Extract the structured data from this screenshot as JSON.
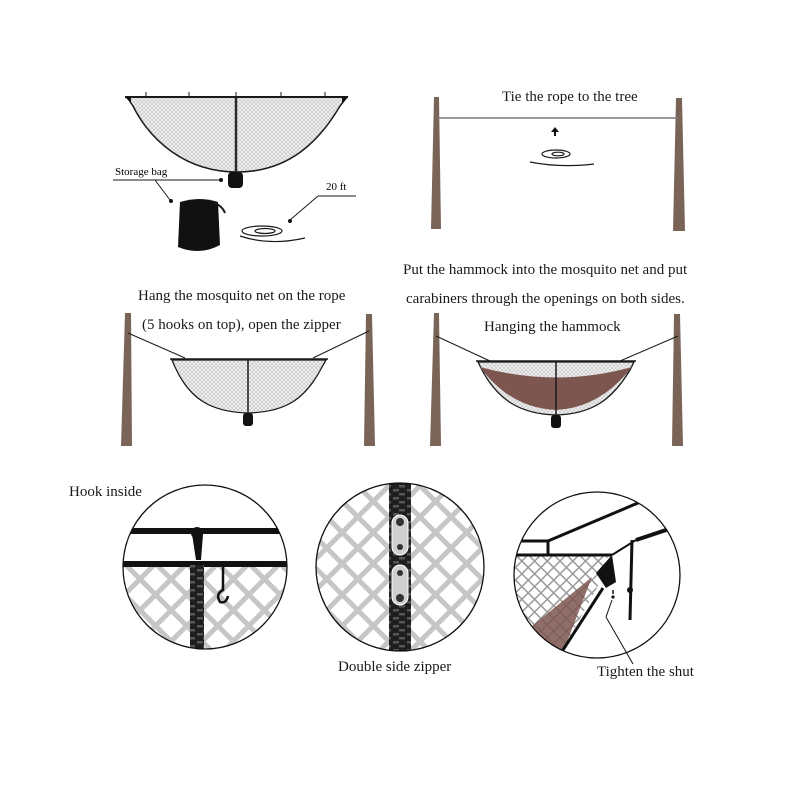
{
  "colors": {
    "trunk": "#7a6458",
    "hammock": "#7d5650",
    "mesh": "#c8c8c8",
    "line": "#1a1a1a",
    "background": "#ffffff"
  },
  "panels": {
    "contents": {
      "storage_bag_label": "Storage bag",
      "rope_length_label": "20 ft"
    },
    "tie_rope": {
      "title": "Tie the rope to the tree"
    },
    "hang_net": {
      "line1": "Hang the mosquito net on the rope",
      "line2": "(5 hooks on top), open the zipper"
    },
    "hang_hammock": {
      "line1": "Put the hammock into the mosquito net and put",
      "line2": "carabiners through the openings on both sides.",
      "subtitle": "Hanging the hammock"
    },
    "detail_hook": {
      "label": "Hook inside"
    },
    "detail_zipper": {
      "label": "Double side zipper"
    },
    "detail_shut": {
      "label": "Tighten the shut"
    }
  }
}
